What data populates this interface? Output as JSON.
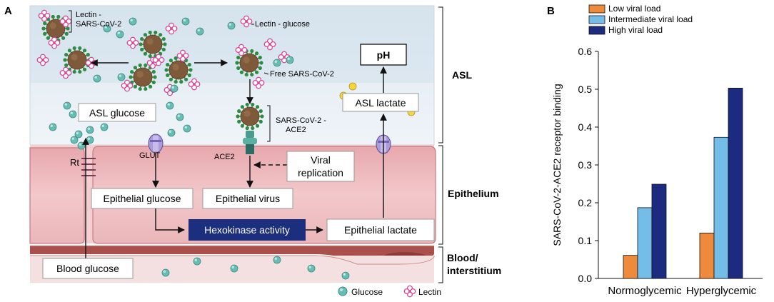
{
  "panel_a": {
    "label": "A",
    "lectin_cov2": [
      "Lectin -",
      "SARS-CoV-2"
    ],
    "lectin_glucose": "Lectin - glucose",
    "free_cov2": "Free SARS-CoV-2",
    "ph": "pH",
    "asl_glucose": "ASL glucose",
    "asl_lactate": "ASL lactate",
    "cov2_ace2": [
      "SARS-CoV-2 -",
      "ACE2"
    ],
    "glut": "GLUT",
    "rt": "Rt",
    "ace2": "ACE2",
    "viral_replication": [
      "Viral",
      "replication"
    ],
    "epithelial_glucose": "Epithelial glucose",
    "epithelial_virus": "Epithelial virus",
    "hexokinase": "Hexokinase activity",
    "epithelial_lactate": "Epithelial lactate",
    "blood_glucose": "Blood glucose",
    "region_asl": "ASL",
    "region_epithelium": "Epithelium",
    "region_blood": [
      "Blood/",
      "interstitium"
    ],
    "legend_glucose": "Glucose",
    "legend_lectin": "Lectin",
    "colors": {
      "asl_top": "#dde8ef",
      "asl_bottom": "#eef3f8",
      "epithelium": "#eebcbe",
      "blood": "#b55b57",
      "interstitium": "#f1dada",
      "hexokinase_fill": "#1c2f7e",
      "glucose": "#66bdb4",
      "lectin": "#d8479b",
      "lactate": "#f7d43a",
      "virus_body": "#7f5a3a",
      "virus_spike": "#2e8b43"
    }
  },
  "panel_b": {
    "label": "B",
    "chart_data": {
      "type": "bar",
      "categories": [
        "Normoglycemic",
        "Hyperglycemic"
      ],
      "series": [
        {
          "name": "Low viral load",
          "color": "#ee8a3c",
          "values": [
            0.061,
            0.12
          ]
        },
        {
          "name": "Intermediate viral load",
          "color": "#74bde9",
          "values": [
            0.187,
            0.373
          ]
        },
        {
          "name": "High viral load",
          "color": "#1c2a80",
          "values": [
            0.249,
            0.503
          ]
        }
      ],
      "ylabel": "SARS-CoV-2-ACE2 receptor binding",
      "xlabel": "",
      "ylim": [
        0,
        0.6
      ],
      "yticks": [
        "0.0",
        "0.1",
        "0.2",
        "0.3",
        "0.4",
        "0.5",
        "0.6"
      ],
      "legend_position": "top-left"
    }
  }
}
